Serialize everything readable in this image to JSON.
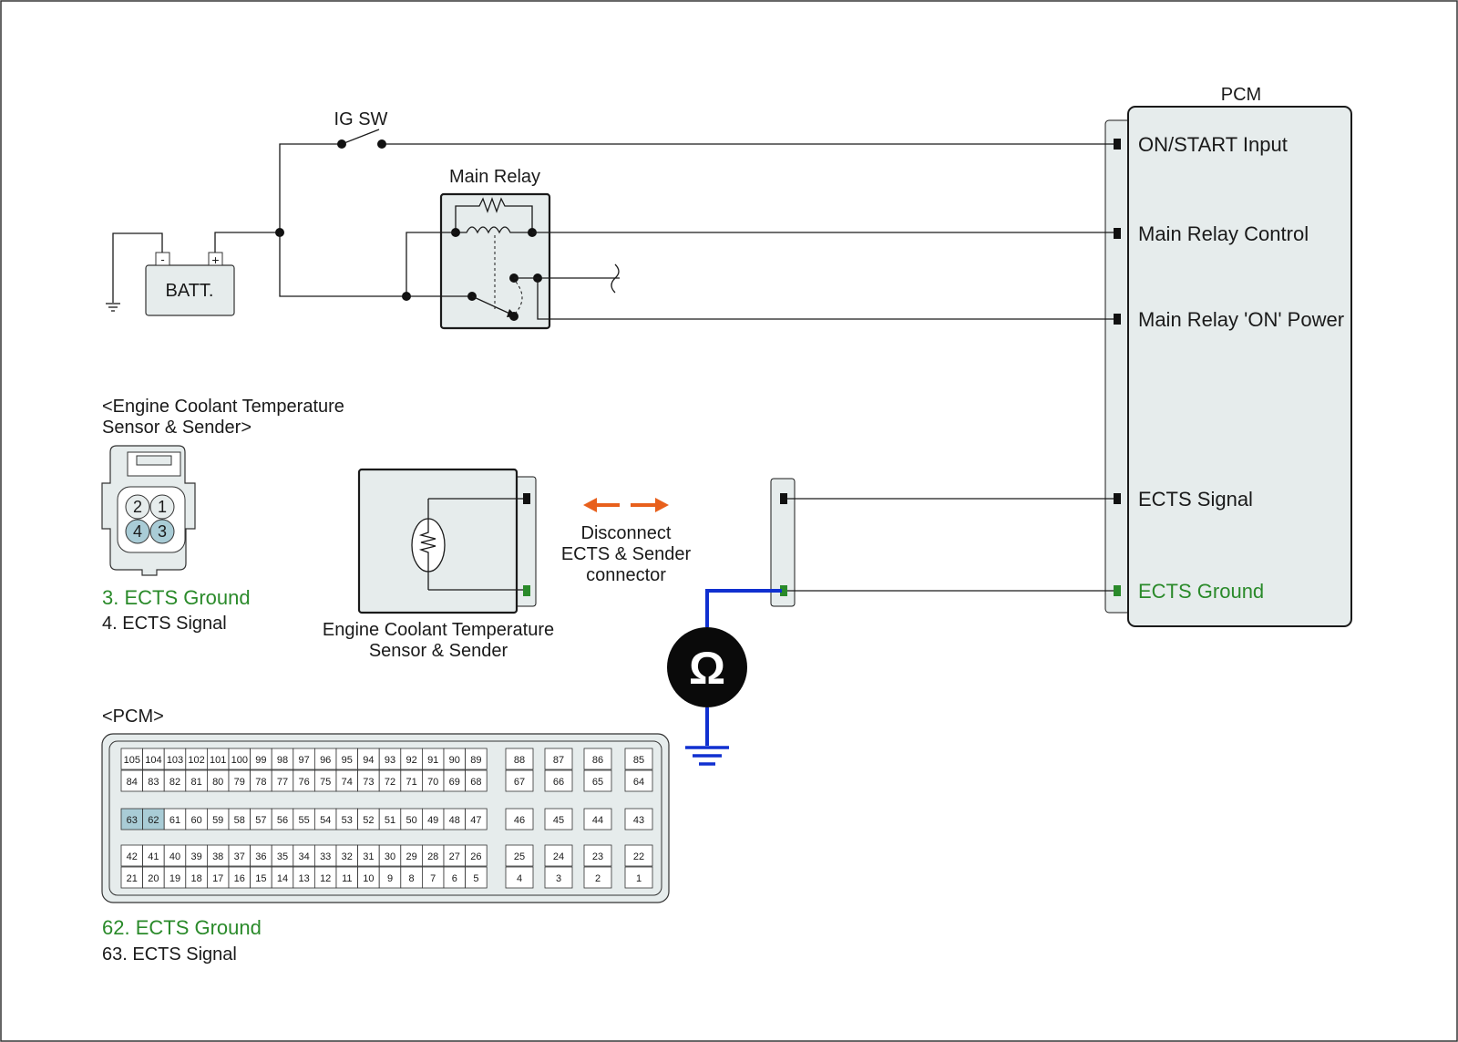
{
  "pcm": {
    "title": "PCM",
    "pins": [
      {
        "label": "ON/START Input",
        "color": "#1a1a1a"
      },
      {
        "label": "Main Relay Control",
        "color": "#1a1a1a"
      },
      {
        "label": "Main Relay 'ON' Power",
        "color": "#1a1a1a"
      },
      {
        "label": "ECTS Signal",
        "color": "#1a1a1a"
      },
      {
        "label": "ECTS Ground",
        "color": "#2a8a2a"
      }
    ]
  },
  "ig_sw": "IG SW",
  "main_relay": "Main Relay",
  "battery": {
    "label": "BATT.",
    "neg": "-",
    "pos": "+"
  },
  "ects_connector": {
    "heading_line1": "<Engine Coolant Temperature",
    "heading_line2": "Sensor & Sender>",
    "pins": [
      "2",
      "1",
      "4",
      "3"
    ],
    "highlight_color": "#a9ccd6",
    "legend": [
      {
        "text": "3. ECTS Ground",
        "color": "#2a8a2a"
      },
      {
        "text": "4. ECTS Signal",
        "color": "#1a1a1a"
      }
    ]
  },
  "sensor": {
    "label_line1": "Engine Coolant Temperature",
    "label_line2": "Sensor & Sender"
  },
  "disconnect": {
    "line1": "Disconnect",
    "line2": "ECTS & Sender",
    "line3": "connector",
    "arrow_color": "#e8601c"
  },
  "ohmmeter": {
    "symbol": "Ω",
    "lead_color": "#1030d0"
  },
  "pcm_connector": {
    "heading": "<PCM>",
    "highlight_color": "#a9ccd6",
    "highlighted_pins": [
      "63",
      "62"
    ],
    "row1_main": [
      "105",
      "104",
      "103",
      "102",
      "101",
      "100",
      "99",
      "98",
      "97",
      "96",
      "95",
      "94",
      "93",
      "92",
      "91",
      "90",
      "89"
    ],
    "row1_small": [
      "88",
      "87",
      "86",
      "85"
    ],
    "row2_main": [
      "84",
      "83",
      "82",
      "81",
      "80",
      "79",
      "78",
      "77",
      "76",
      "75",
      "74",
      "73",
      "72",
      "71",
      "70",
      "69",
      "68"
    ],
    "row2_small": [
      "67",
      "66",
      "65",
      "64"
    ],
    "row3_main": [
      "63",
      "62",
      "61",
      "60",
      "59",
      "58",
      "57",
      "56",
      "55",
      "54",
      "53",
      "52",
      "51",
      "50",
      "49",
      "48",
      "47"
    ],
    "row3_small": [
      "46",
      "45",
      "44",
      "43"
    ],
    "row4_main": [
      "42",
      "41",
      "40",
      "39",
      "38",
      "37",
      "36",
      "35",
      "34",
      "33",
      "32",
      "31",
      "30",
      "29",
      "28",
      "27",
      "26"
    ],
    "row4_small": [
      "25",
      "24",
      "23",
      "22"
    ],
    "row5_main": [
      "21",
      "20",
      "19",
      "18",
      "17",
      "16",
      "15",
      "14",
      "13",
      "12",
      "11",
      "10",
      "9",
      "8",
      "7",
      "6",
      "5"
    ],
    "row5_small": [
      "4",
      "3",
      "2",
      "1"
    ],
    "legend": [
      {
        "text": "62. ECTS Ground",
        "color": "#2a8a2a"
      },
      {
        "text": "63. ECTS Signal",
        "color": "#1a1a1a"
      }
    ]
  }
}
